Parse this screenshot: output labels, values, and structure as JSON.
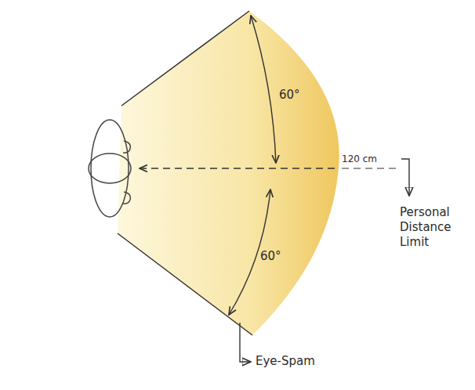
{
  "diagram": {
    "labels": [
      "60°",
      "60°",
      "120 cm",
      "Personal Distance Limit",
      "Eye-Spam"
    ]
  }
}
